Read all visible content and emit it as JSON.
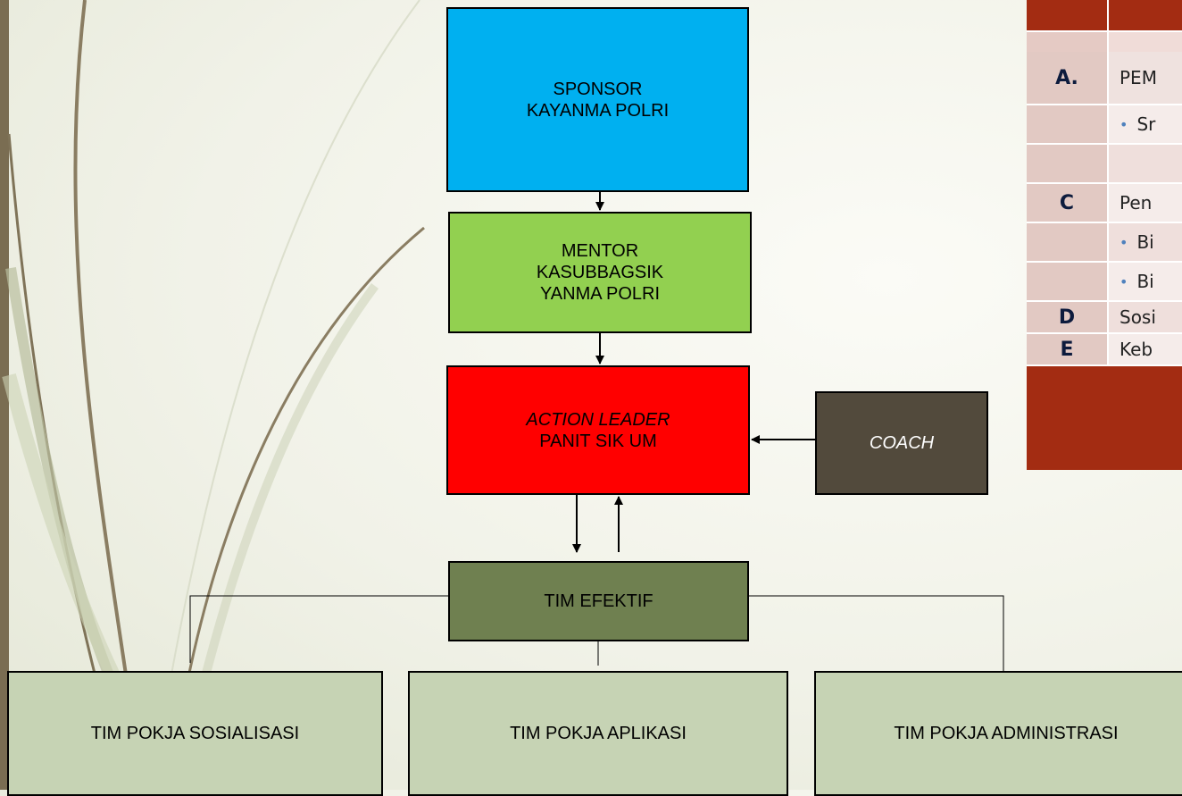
{
  "nodes": {
    "sponsor": [
      "SPONSOR",
      "KAYANMA POLRI"
    ],
    "mentor": [
      "MENTOR",
      "KASUBBAGSIK",
      "YANMA POLRI"
    ],
    "leader": {
      "italic": "ACTION LEADER",
      "line2": "PANIT SIK UM"
    },
    "coach": "COACH",
    "tim": "TIM EFEKTIF",
    "pokja": [
      "TIM POKJA SOSIALISASI",
      "TIM POKJA APLIKASI",
      "TIM POKJA ADMINISTRASI"
    ]
  },
  "side_table": {
    "rows": [
      {
        "letter": "A.",
        "text": "PEM"
      },
      {
        "letter": "",
        "text": "Sr",
        "bullet": true
      },
      {
        "letter": "",
        "text": ""
      },
      {
        "letter": "C",
        "text": "Pen"
      },
      {
        "letter": "",
        "text": "Bi",
        "bullet": true
      },
      {
        "letter": "",
        "text": "Bi",
        "bullet": true
      },
      {
        "letter": "D",
        "text": "Sosi"
      },
      {
        "letter": "E",
        "text": "Keb"
      }
    ]
  },
  "colors": {
    "sponsor": "#00b0f0",
    "mentor": "#92d050",
    "leader": "#ff0000",
    "coach": "#524a3c",
    "tim": "#6f8050",
    "pokja": "#c6d3b4",
    "table_header": "#a32c12"
  }
}
